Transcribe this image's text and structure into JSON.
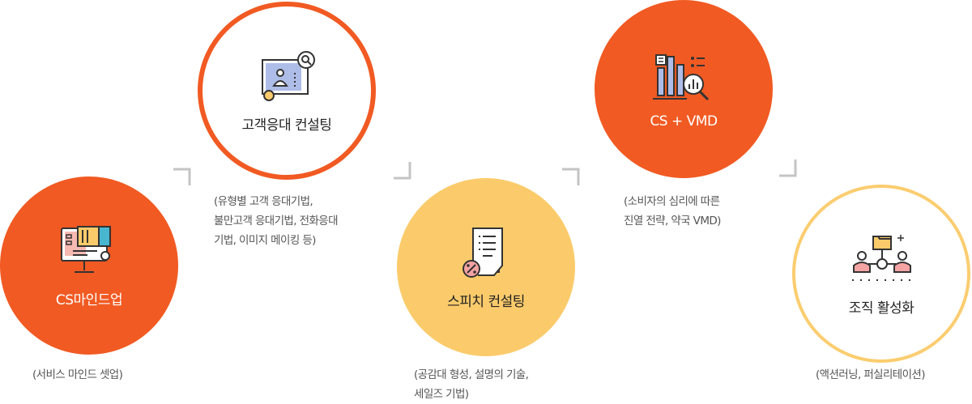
{
  "steps": [
    {
      "title": "CS마인드업",
      "desc_lines": [
        "(서비스 마인드 셋업)"
      ],
      "icon": "monitor-icon"
    },
    {
      "title": "고객응대 컨설팅",
      "desc_lines": [
        "(유형별 고객 응대기법,",
        "불만고객 응대기법, 전화응대",
        "기법, 이미지 메이킹 등)"
      ],
      "icon": "profile-search-icon"
    },
    {
      "title": "스피치 컨설팅",
      "desc_lines": [
        "(공감대 형성, 설명의 기술,",
        "세일즈 기법)"
      ],
      "icon": "document-percent-icon"
    },
    {
      "title": "CS + VMD",
      "desc_lines": [
        "(소비자의 심리에 따른",
        "진열 전략, 약국 VMD)"
      ],
      "icon": "bar-chart-magnifier-icon"
    },
    {
      "title": "조직 활성화",
      "desc_lines": [
        "(액션러닝, 퍼실리테이션)"
      ],
      "icon": "team-network-icon"
    }
  ],
  "colors": {
    "orange": "#f15a22",
    "yellow": "#fbcb6b",
    "yellow_ring": "#fbcd70",
    "arrow_gray": "#c4c4c4"
  }
}
